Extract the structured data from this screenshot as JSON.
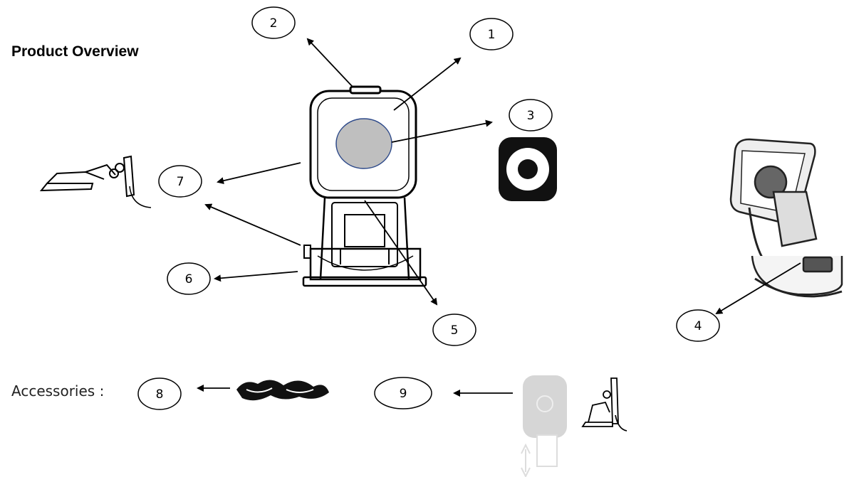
{
  "title": "Product Overview",
  "accessories_label": "Accessories :",
  "callouts": [
    {
      "id": "1",
      "label": "1"
    },
    {
      "id": "2",
      "label": "2"
    },
    {
      "id": "3",
      "label": "3"
    },
    {
      "id": "4",
      "label": "4"
    },
    {
      "id": "5",
      "label": "5"
    },
    {
      "id": "6",
      "label": "6"
    },
    {
      "id": "7",
      "label": "7"
    },
    {
      "id": "8",
      "label": "8"
    },
    {
      "id": "9",
      "label": "9"
    }
  ],
  "colors": {
    "line": "#000000",
    "pad_fill": "#bfbfbf",
    "pad_stroke": "#2e4a8a",
    "adapter_fill": "#d9d9d9"
  }
}
